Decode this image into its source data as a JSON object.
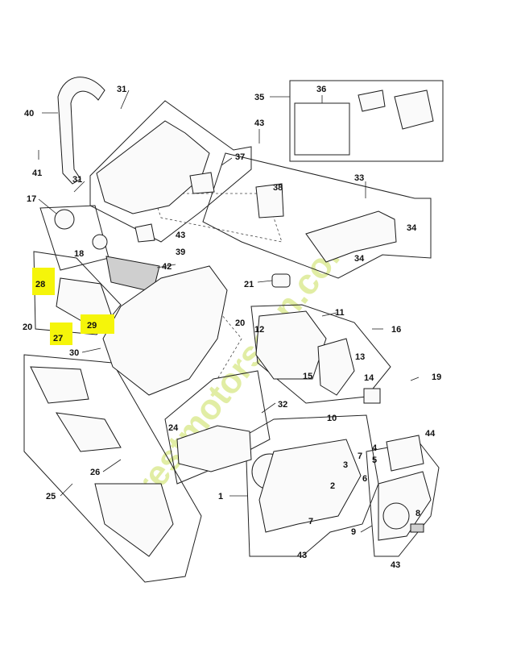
{
  "callouts": {
    "c1": "1",
    "c2": "2",
    "c3": "3",
    "c4": "4",
    "c5": "5",
    "c6": "6",
    "c7a": "7",
    "c7b": "7",
    "c8": "8",
    "c9": "9",
    "c10": "10",
    "c11": "11",
    "c12": "12",
    "c13": "13",
    "c14": "14",
    "c15": "15",
    "c16": "16",
    "c17": "17",
    "c18": "18",
    "c19": "19",
    "c20a": "20",
    "c20b": "20",
    "c21": "21",
    "c24": "24",
    "c25": "25",
    "c26": "26",
    "c27": "27",
    "c28": "28",
    "c29": "29",
    "c30": "30",
    "c31a": "31",
    "c31b": "31",
    "c32": "32",
    "c33": "33",
    "c34a": "34",
    "c34b": "34",
    "c35": "35",
    "c36": "36",
    "c37": "37",
    "c38": "38",
    "c39": "39",
    "c40": "40",
    "c41": "41",
    "c42": "42",
    "c43a": "43",
    "c43b": "43",
    "c43c": "43",
    "c43d": "43",
    "c44": "44"
  },
  "highlight_color": "#f5f50a",
  "watermark": {
    "line1": "forestmotorscan.com",
    "colors": [
      "#c9de5a",
      "#f3a51f",
      "#8a8a8a"
    ]
  }
}
